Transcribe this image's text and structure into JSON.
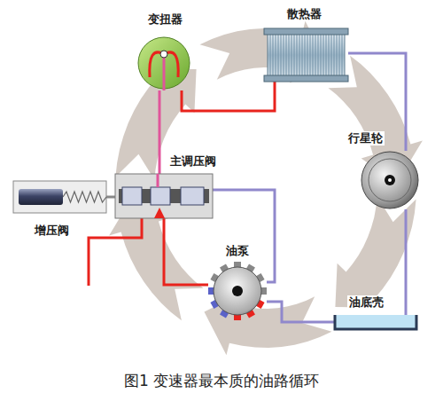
{
  "diagram": {
    "caption": "图1 变速器最本质的油路循环",
    "nodes": [
      {
        "text": [
          "变扭器"
        ]
      },
      {
        "text": [
          "散热器"
        ]
      },
      {
        "text": [
          "主调压阀"
        ]
      },
      {
        "text": [
          "行星轮"
        ]
      },
      {
        "text": [
          "增压阀"
        ]
      },
      {
        "text": [
          "油泵"
        ]
      },
      {
        "text": [
          "油底壳"
        ]
      }
    ],
    "edges": [
      {
        "from": 5,
        "to": 2,
        "arrow": "none"
      },
      {
        "from": 2,
        "to": 0,
        "arrow": "none"
      },
      {
        "from": 0,
        "to": 1,
        "arrow": "none"
      },
      {
        "from": 1,
        "to": 3,
        "arrow": "none"
      },
      {
        "from": 3,
        "to": 6,
        "arrow": "none"
      },
      {
        "from": 6,
        "to": 5,
        "arrow": "none"
      },
      {
        "from": 2,
        "to": 5,
        "arrow": "none"
      },
      {
        "from": 4,
        "to": 2,
        "arrow": "none"
      }
    ]
  }
}
